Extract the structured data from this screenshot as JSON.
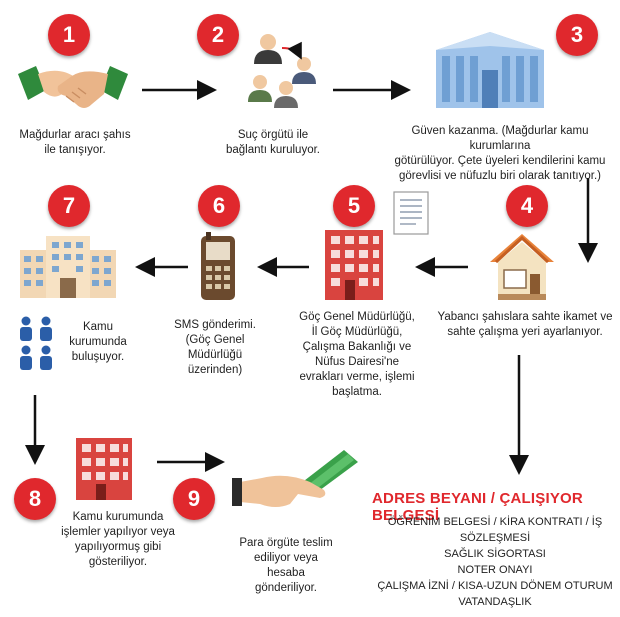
{
  "steps": [
    {
      "num": "1",
      "text": "Mağdurlar aracı şahıs\nile tanışıyor."
    },
    {
      "num": "2",
      "text": "Suç örgütü ile\nbağlantı kuruluyor."
    },
    {
      "num": "3",
      "text": "Güven kazanma. (Mağdurlar kamu kurumlarına\ngötürülüyor. Çete üyeleri kendilerini kamu\ngörevlisi ve nüfuzlu biri olarak tanıtıyor.)"
    },
    {
      "num": "4",
      "text": "Yabancı şahıslara sahte ikamet ve\nsahte çalışma yeri ayarlanıyor."
    },
    {
      "num": "5",
      "text": "Göç Genel Müdürlüğü,\nİl Göç Müdürlüğü,\nÇalışma Bakanlığı ve\nNüfus Dairesi'ne\nevrakları verme, işlemi\nbaşlatma."
    },
    {
      "num": "6",
      "text": "SMS gönderimi.\n(Göç Genel\nMüdürlüğü\nüzerinden)"
    },
    {
      "num": "7",
      "text": "Kamu\nkurumunda\nbuluşuyor."
    },
    {
      "num": "8",
      "text": "Kamu kurumunda\nişlemler yapılıyor veya\nyapılıyormuş gibi\ngösteriliyor."
    },
    {
      "num": "9",
      "text": "Para örgüte teslim\nediliyor veya\nhesaba\ngönderiliyor."
    }
  ],
  "documents": {
    "title": "ADRES BEYANI / ÇALIŞIYOR BELGESİ",
    "items": [
      "ÖĞRENİM BELGESİ / KİRA KONTRATI / İŞ SÖZLEŞMESİ",
      "SAĞLIK SİGORTASI",
      "NOTER ONAYI",
      "ÇALIŞMA İZNİ / KISA-UZUN DÖNEM OTURUM",
      "VATANDAŞLIK"
    ]
  },
  "colors": {
    "badge": "#e0282d",
    "arrow": "#111111",
    "building": "#d9443f",
    "house": "#e8833a",
    "phone": "#6b4a2e",
    "money": "#3aa14a"
  }
}
